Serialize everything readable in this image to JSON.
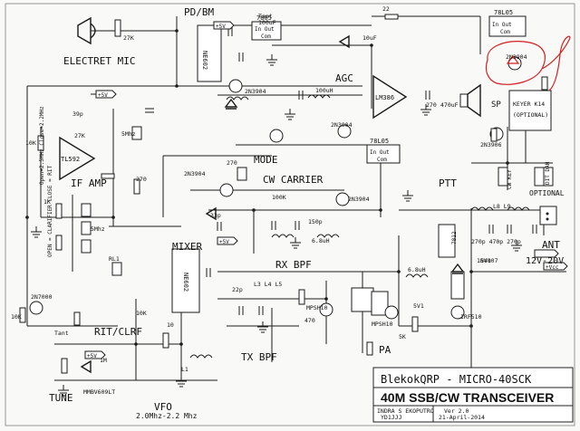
{
  "labels": {
    "electret_mic": "ELECTRET MIC",
    "pd_bm": "PD/BM",
    "agc": "AGC",
    "if_amp": "IF AMP",
    "mode": "MODE",
    "cw_carrier": "CW CARRIER",
    "mixer": "MIXER",
    "rx_bpf": "RX BPF",
    "tx_bpf": "TX BPF",
    "rit_clrf": "RIT/CLRF",
    "tune": "TUNE",
    "vfo": "VFO",
    "vfo_range": "2.0Mhz-2.2 Mhz",
    "pa": "PA",
    "ptt": "PTT",
    "ant": "ANT",
    "supply": "12V-20V",
    "optional": "OPTIONAL",
    "sp": "SP",
    "cw_key": "CW KEY",
    "dit_dah": "DIT DAH",
    "plus5v": "+5V",
    "plus_vcc": "+Vcc",
    "clarifier_note": "OPEN = CLARIFIER  CLOSE = RIT",
    "opamp_note": "Open=2.5MHz Close=2.2MHz"
  },
  "chips": {
    "ne602_top": "NE602",
    "ne602_mixer": "NE602",
    "reg_7805_top": "7805",
    "reg_78l05_top": "78L05",
    "reg_78l05_mid": "78L05",
    "reg_7812": "7812",
    "reg_pins": "In  Out",
    "reg_com": "Com",
    "keyer": "KEYER K14",
    "optional_paren": "(OPTIONAL)",
    "lm386": "LM386",
    "tl592": "TL592"
  },
  "values": {
    "r27k": "27K",
    "tant": "Tant",
    "uf100": "100uF",
    "r22": "22",
    "uh100": "100uH",
    "uf10": "10uF",
    "uf470": "470uF",
    "t2n3904": "2N3904",
    "t2n3906": "2N3906",
    "t2n7000": "2N7000",
    "mpsh10": "MPSH10",
    "irf510": "IRF510",
    "n4007": "1N4007",
    "mmbv": "MMBV609LT",
    "mhz5": "5Mhz",
    "r270": "270",
    "c33p": "33p",
    "c22p": "22p",
    "c150p": "150p",
    "uh68": "6.8uH",
    "c270_row": "270p 470p 270p",
    "l8_l9": "L8    L9",
    "r10k": "10K",
    "r470": "470",
    "r5k": "5K",
    "r5v1": "5V1",
    "l3_l4_l5": "L3  L4  L5",
    "l1": "L1",
    "r10": "10",
    "r1m": "1M",
    "r1k": "1K",
    "c39p": "39p",
    "c270": "270",
    "r100k": "100K",
    "rl1": "RL1"
  },
  "title_block": {
    "product": "BlekokQRP - MICRO-40SCK",
    "title": "40M SSB/CW TRANSCEIVER",
    "author": "INDRA S EKOPUTRO",
    "callsign": "YD1JJJ",
    "version": "Ver 2.0",
    "date": "21-April-2014"
  }
}
